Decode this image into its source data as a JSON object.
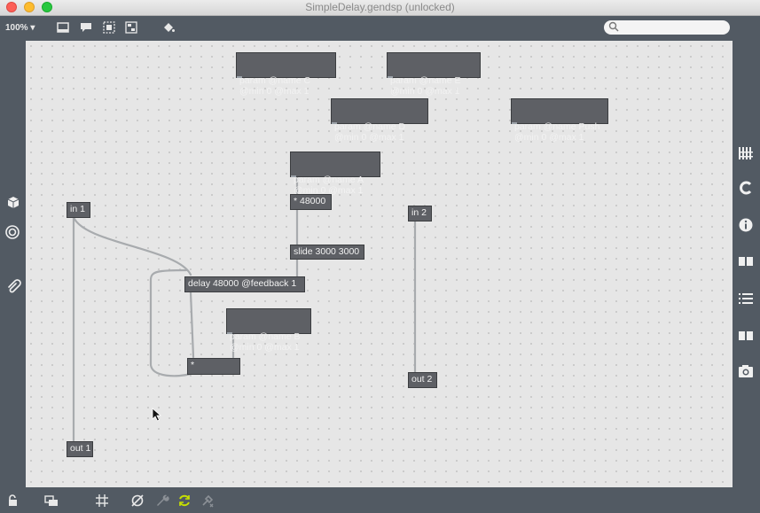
{
  "window": {
    "title": "SimpleDelay.gendsp (unlocked)"
  },
  "toolbar": {
    "zoom": "100% ▾",
    "search_placeholder": ""
  },
  "objects": {
    "param_c": {
      "line1": "param @name C",
      "line2": "@min 0 @max 1"
    },
    "param_e": {
      "line1": "param @name E",
      "line2": "@min 0 @max 1"
    },
    "param_d": {
      "line1": "param @name D",
      "line2": "@min 0 @max 1"
    },
    "param_push": {
      "line1": "param @name Push",
      "line2": "@min 0 @max 1"
    },
    "param_a": {
      "line1": "param @name A",
      "line2": "@min 0 @max 1"
    },
    "mul_48000": {
      "text": "* 48000"
    },
    "slide": {
      "text": "slide 3000 3000"
    },
    "in1": {
      "text": "in 1"
    },
    "in2": {
      "text": "in 2"
    },
    "delay": {
      "text": "delay 48000 @feedback 1"
    },
    "param_b": {
      "line1": "param @name B",
      "line2": "@min 0 @max 1"
    },
    "mul": {
      "text": "*"
    },
    "out1": {
      "text": "out 1"
    },
    "out2": {
      "text": "out 2"
    }
  },
  "icons": {
    "toolbar": [
      "presentation-icon",
      "comment-icon",
      "select-icon",
      "patcher-icon",
      "paint-bucket-icon",
      "search-icon"
    ],
    "left_sidebar": [
      "package-icon",
      "target-icon",
      "paperclip-icon"
    ],
    "right_sidebar": [
      "grid-icon",
      "refresh-icon",
      "info-icon",
      "book-icon",
      "list-icon",
      "reference-icon",
      "snapshot-icon"
    ],
    "bottom_bar": [
      "lock-icon",
      "windows-icon",
      "grid-icon",
      "mute-icon",
      "wrench-icon",
      "cycle-icon",
      "debug-icon"
    ]
  }
}
